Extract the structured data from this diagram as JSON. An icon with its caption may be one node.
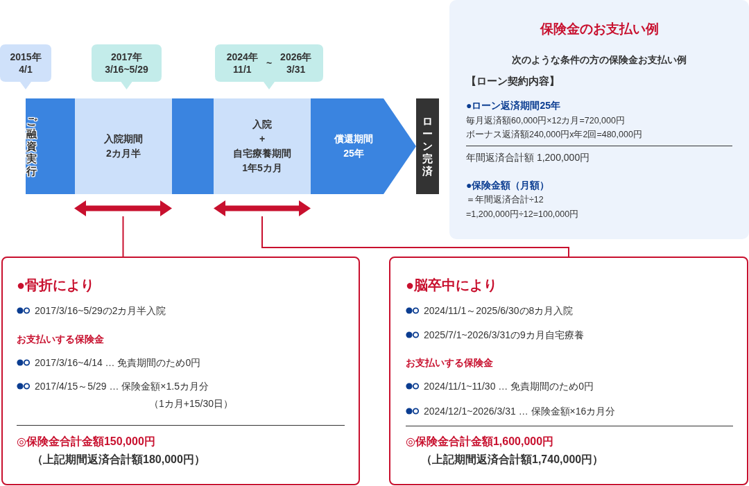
{
  "diagram": {
    "nodes": [
      {
        "text": [
          "2015年 4/1"
        ]
      },
      {
        "text": [
          "2017年 3/16~5/29"
        ]
      },
      {
        "text": [
          "2024年 11/1",
          "~",
          "2026年 3/31"
        ]
      },
      {
        "text": [
          "ご融資実行"
        ]
      },
      {
        "text": [
          "入院期間 2カ月半"
        ]
      },
      {
        "text": [],
        "shape": "bar"
      },
      {
        "text": [
          "入院 + 自宅療養期間 1年5カ月"
        ]
      },
      {
        "text": [
          "償還期間 25年"
        ]
      },
      {
        "text": [
          "ローン完済"
        ]
      },
      {
        "text": [
          "保険金のお支払い例",
          "次のような条件の方の保険金お支払い例",
          "【ローン契約内容】",
          "●ローン返済期間25年",
          "毎月返済額60,000円×12カ月=720,000円",
          "ボーナス返済額240,000円x年2回=480,000円",
          "年間返済合計額 1,200,000円",
          "●保険金額（月額）",
          "＝年間返済合計÷12",
          "=1,200,000円÷12=100,000円"
        ]
      },
      {
        "text": [],
        "shape": "arrow"
      },
      {
        "text": [],
        "shape": "arrow"
      },
      {
        "text": [
          "●骨折により",
          "2017/3/16~5/29の2カ月半入院",
          "お支払いする保険金",
          "2017/3/16~4/14 … 免責期間のため0円",
          "2017/4/15～5/29 … 保険金額×1.5カ月分",
          "（1カ月+15/30日）",
          "◎保険金合計金額150,000円",
          "（上記期間返済合計額180,000円）"
        ]
      },
      {
        "text": [
          "●脳卒中により",
          "2024/11/1～2025/6/30の8カ月入院",
          "2025/7/1~2026/3/31の9カ月自宅療養",
          "お支払いする保険金",
          "2024/11/1~11/30 … 免責期間のため0円",
          "2024/12/1~2026/3/31 … 保険金額×16カ月分",
          "◎保険金合計金額1,600,000円",
          "（上記期間返済合計額1,740,000円）"
        ]
      }
    ],
    "edges": [
      {
        "from": 10,
        "to": 12,
        "arrow": "none"
      },
      {
        "from": 11,
        "to": 13,
        "arrow": "none"
      }
    ]
  }
}
